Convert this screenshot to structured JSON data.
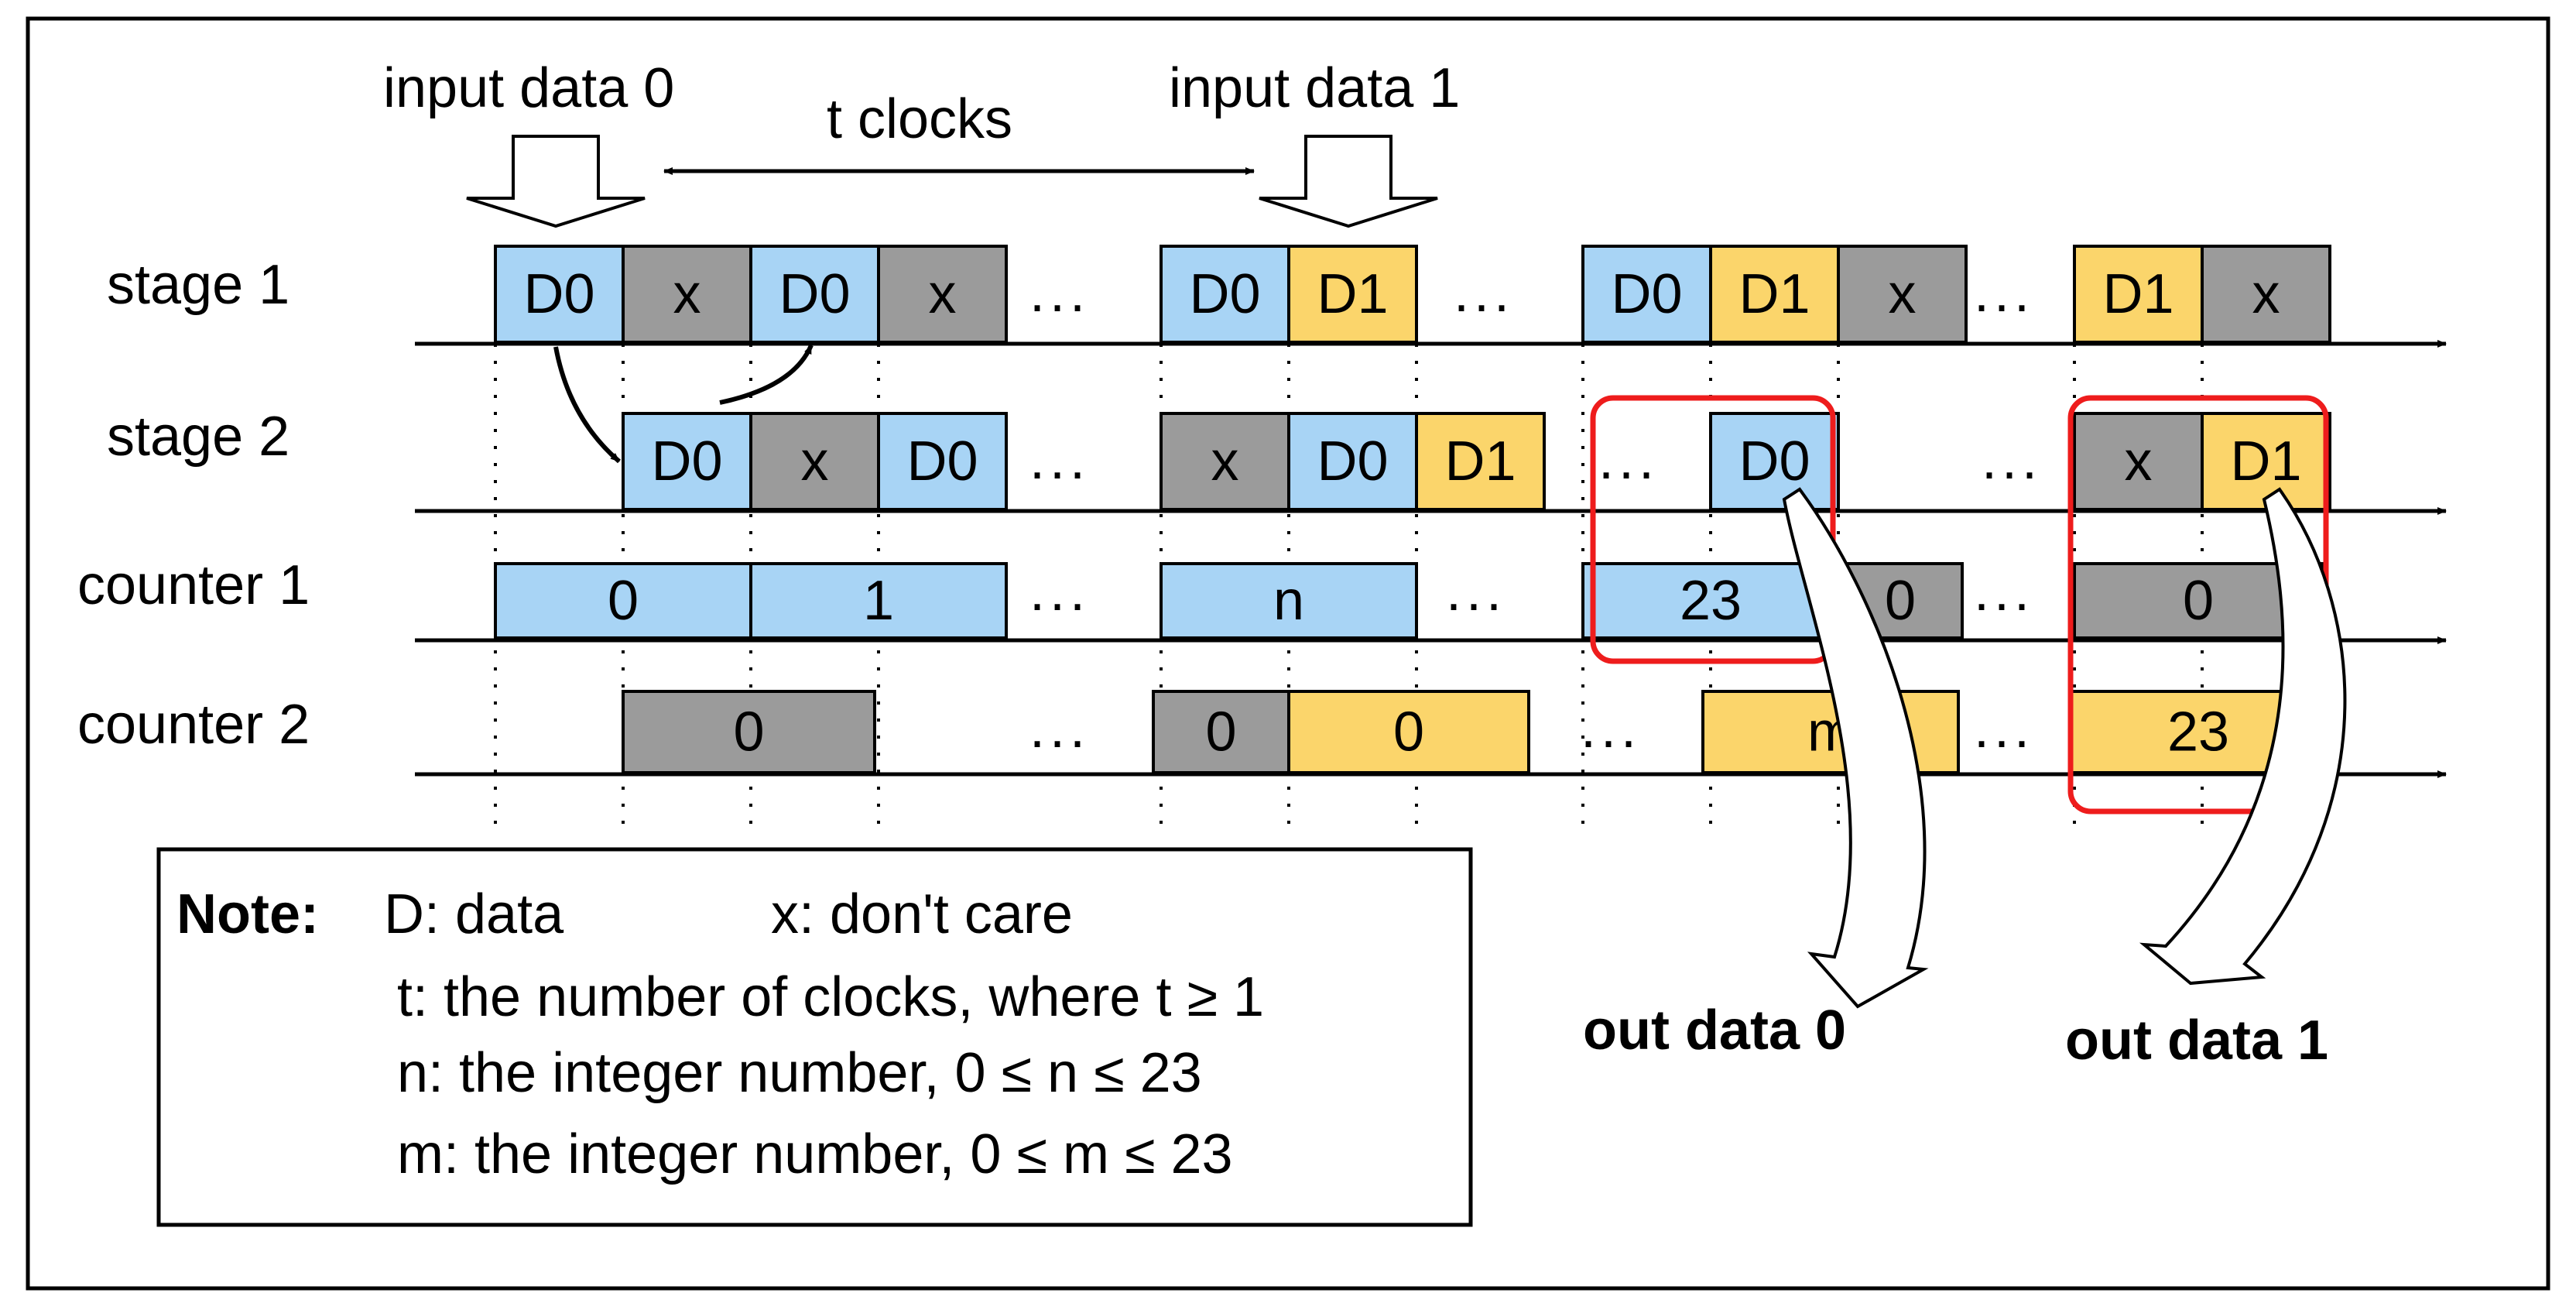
{
  "colors": {
    "blue": "#a8d4f5",
    "gray": "#9b9b9b",
    "yellow": "#fbd56b",
    "red": "#ee1c1c",
    "stroke": "#000000"
  },
  "top": {
    "input0": "input data 0",
    "input1": "input data 1",
    "clocks": "t clocks"
  },
  "rows": [
    {
      "label": "stage 1",
      "cells": [
        {
          "text": "D0",
          "color": "blue"
        },
        {
          "text": "x",
          "color": "gray"
        },
        {
          "text": "D0",
          "color": "blue"
        },
        {
          "text": "x",
          "color": "gray"
        },
        {
          "text": "D0",
          "color": "blue"
        },
        {
          "text": "D1",
          "color": "yellow"
        },
        {
          "text": "D0",
          "color": "blue"
        },
        {
          "text": "D1",
          "color": "yellow"
        },
        {
          "text": "x",
          "color": "gray"
        },
        {
          "text": "D1",
          "color": "yellow"
        },
        {
          "text": "x",
          "color": "gray"
        }
      ]
    },
    {
      "label": "stage 2",
      "cells": [
        {
          "text": "D0",
          "color": "blue"
        },
        {
          "text": "x",
          "color": "gray"
        },
        {
          "text": "D0",
          "color": "blue"
        },
        {
          "text": "x",
          "color": "gray"
        },
        {
          "text": "D0",
          "color": "blue"
        },
        {
          "text": "D1",
          "color": "yellow"
        },
        {
          "text": "D0",
          "color": "blue"
        },
        {
          "text": "x",
          "color": "gray"
        },
        {
          "text": "D1",
          "color": "yellow"
        }
      ]
    },
    {
      "label": "counter 1",
      "cells": [
        {
          "text": "0",
          "color": "blue"
        },
        {
          "text": "1",
          "color": "blue"
        },
        {
          "text": "n",
          "color": "blue"
        },
        {
          "text": "23",
          "color": "blue"
        },
        {
          "text": "0",
          "color": "gray"
        },
        {
          "text": "0",
          "color": "gray"
        }
      ]
    },
    {
      "label": "counter 2",
      "cells": [
        {
          "text": "0",
          "color": "gray"
        },
        {
          "text": "0",
          "color": "gray"
        },
        {
          "text": "0",
          "color": "yellow"
        },
        {
          "text": "m",
          "color": "yellow"
        },
        {
          "text": "23",
          "color": "yellow"
        }
      ]
    }
  ],
  "dots": "...",
  "outputs": {
    "out0": "out data 0",
    "out1": "out data 1"
  },
  "note": {
    "heading": "Note:",
    "line1a": "D: data",
    "line1b": "x: don't care",
    "line2": "t: the number of clocks, where t ≥ 1",
    "line3": "n: the integer number, 0 ≤ n ≤ 23",
    "line4": "m: the integer number, 0 ≤ m ≤ 23"
  }
}
